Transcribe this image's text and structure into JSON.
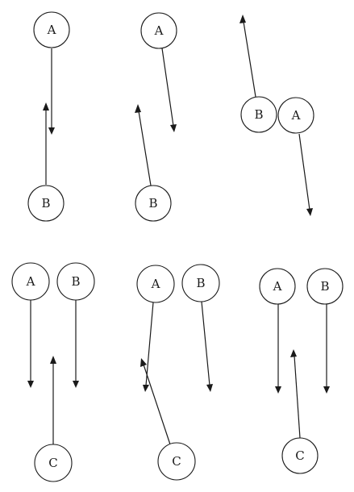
{
  "panels": [
    {
      "id": "top-1",
      "balls": [
        "A",
        "B"
      ]
    },
    {
      "id": "top-2",
      "balls": [
        "A",
        "B"
      ]
    },
    {
      "id": "top-3",
      "balls": [
        "B",
        "A"
      ]
    },
    {
      "id": "bottom-1",
      "balls": [
        "A",
        "B",
        "C"
      ]
    },
    {
      "id": "bottom-2",
      "balls": [
        "A",
        "B",
        "C"
      ]
    },
    {
      "id": "bottom-3",
      "balls": [
        "A",
        "B",
        "C"
      ]
    }
  ],
  "colors": {
    "ink": "#1a1a1a",
    "background": "#ffffff"
  }
}
